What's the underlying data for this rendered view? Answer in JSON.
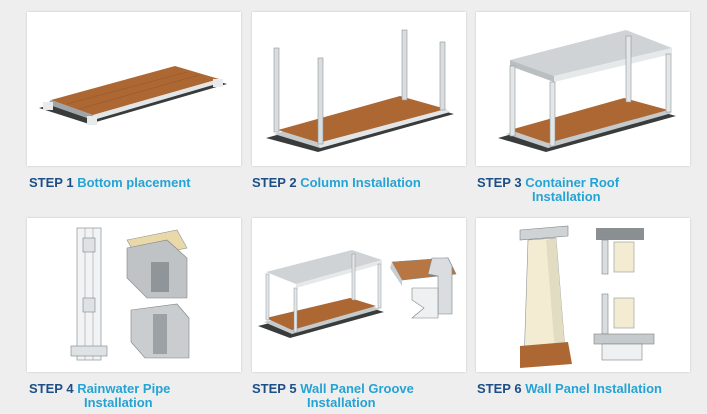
{
  "steps": [
    {
      "number": "STEP 1",
      "title_line1": "Bottom placement",
      "title_line2": ""
    },
    {
      "number": "STEP 2",
      "title_line1": "Column Installation",
      "title_line2": ""
    },
    {
      "number": "STEP 3",
      "title_line1": "Container Roof",
      "title_line2": "Installation"
    },
    {
      "number": "STEP 4",
      "title_line1": "Rainwater Pipe",
      "title_line2": "Installation"
    },
    {
      "number": "STEP 5",
      "title_line1": "Wall Panel Groove",
      "title_line2": "Installation"
    },
    {
      "number": "STEP 6",
      "title_line1": "Wall Panel Installation",
      "title_line2": ""
    }
  ],
  "colors": {
    "step_number": "#1d4f86",
    "step_title": "#24a3d5",
    "background": "#eeeeee",
    "wood_floor": "#b06a36",
    "frame_steel": "#d9dde0"
  }
}
